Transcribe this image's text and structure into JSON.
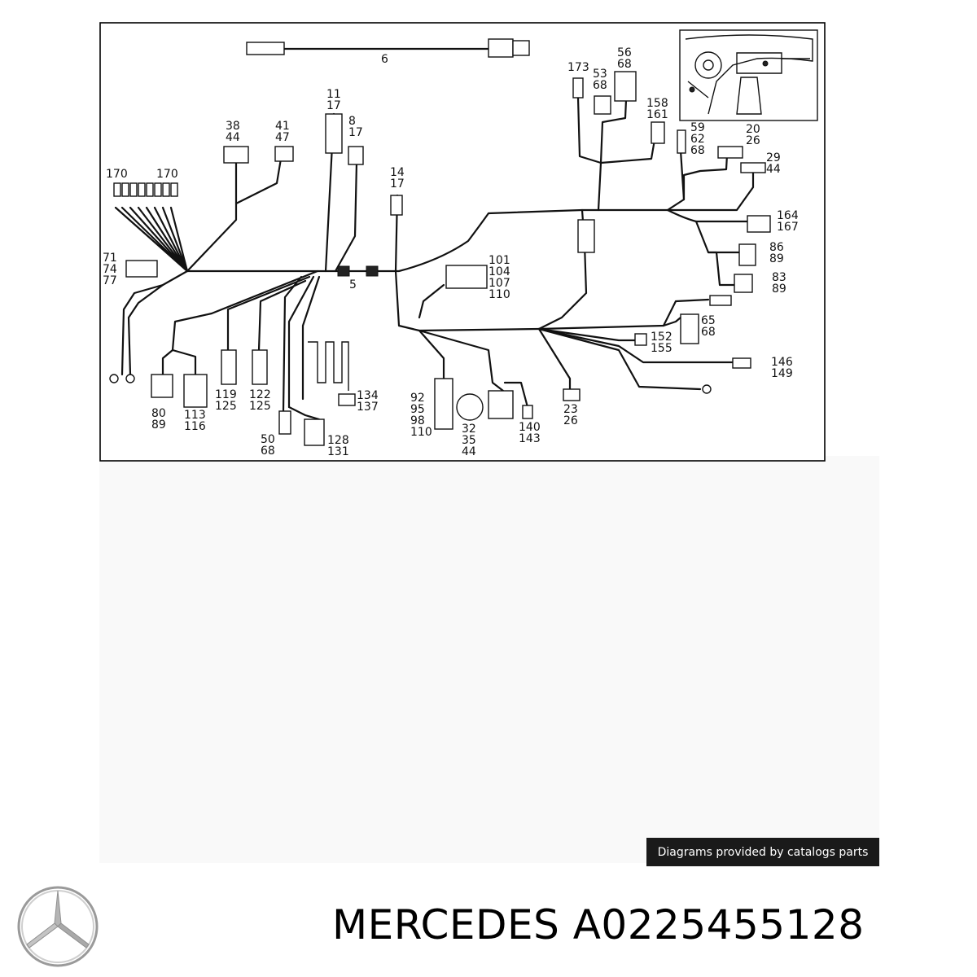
{
  "diagram": {
    "part_labels": [
      {
        "id": "p6",
        "text": "6"
      },
      {
        "id": "p173",
        "text": "173"
      },
      {
        "id": "p56",
        "text": "56\n68"
      },
      {
        "id": "p53",
        "text": "53\n68"
      },
      {
        "id": "p158",
        "text": "158\n161"
      },
      {
        "id": "p11",
        "text": "11\n17"
      },
      {
        "id": "p38",
        "text": "38\n44"
      },
      {
        "id": "p41",
        "text": "41\n47"
      },
      {
        "id": "p8",
        "text": "8\n17"
      },
      {
        "id": "p59",
        "text": "59\n62\n68"
      },
      {
        "id": "p20",
        "text": "20\n26"
      },
      {
        "id": "p29",
        "text": "29\n44"
      },
      {
        "id": "p170a",
        "text": "170"
      },
      {
        "id": "p170b",
        "text": "170"
      },
      {
        "id": "p14",
        "text": "14\n17"
      },
      {
        "id": "p164",
        "text": "164\n167"
      },
      {
        "id": "p86",
        "text": "86\n89"
      },
      {
        "id": "p71",
        "text": "71\n74\n77"
      },
      {
        "id": "p101",
        "text": "101\n104\n107\n110"
      },
      {
        "id": "p5",
        "text": "5"
      },
      {
        "id": "p83",
        "text": "83\n89"
      },
      {
        "id": "p65",
        "text": "65\n68"
      },
      {
        "id": "p152",
        "text": "152\n155"
      },
      {
        "id": "p146",
        "text": "146\n149"
      },
      {
        "id": "p134",
        "text": "134\n137"
      },
      {
        "id": "p119",
        "text": "119\n125"
      },
      {
        "id": "p122",
        "text": "122\n125"
      },
      {
        "id": "p80",
        "text": "80\n89"
      },
      {
        "id": "p113",
        "text": "113\n116"
      },
      {
        "id": "p92",
        "text": "92\n95\n98\n110"
      },
      {
        "id": "p32",
        "text": "32\n35\n44"
      },
      {
        "id": "p140",
        "text": "140\n143"
      },
      {
        "id": "p23",
        "text": "23\n26"
      },
      {
        "id": "p50",
        "text": "50\n68"
      },
      {
        "id": "p128",
        "text": "128\n131"
      }
    ]
  },
  "caption": "Diagrams provided by catalogs parts",
  "product": {
    "brand": "MERCEDES",
    "part_number": "A0225455128",
    "title": "MERCEDES A0225455128"
  }
}
